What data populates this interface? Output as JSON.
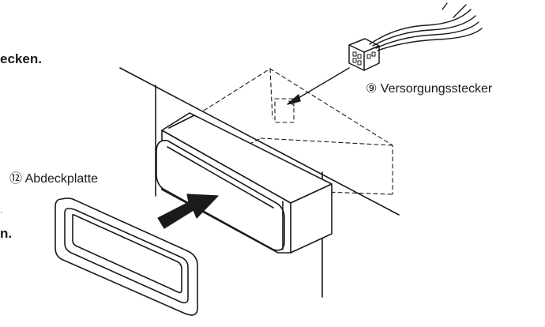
{
  "text_fragments": {
    "top": "ecken.",
    "bottom": "n.",
    "dot": "·"
  },
  "labels": {
    "power_connector": "⑨ Versorgungsstecker",
    "cover_plate": "⑫ Abdeckplatte"
  },
  "colors": {
    "ink": "#1a1a1a",
    "background": "#ffffff"
  }
}
